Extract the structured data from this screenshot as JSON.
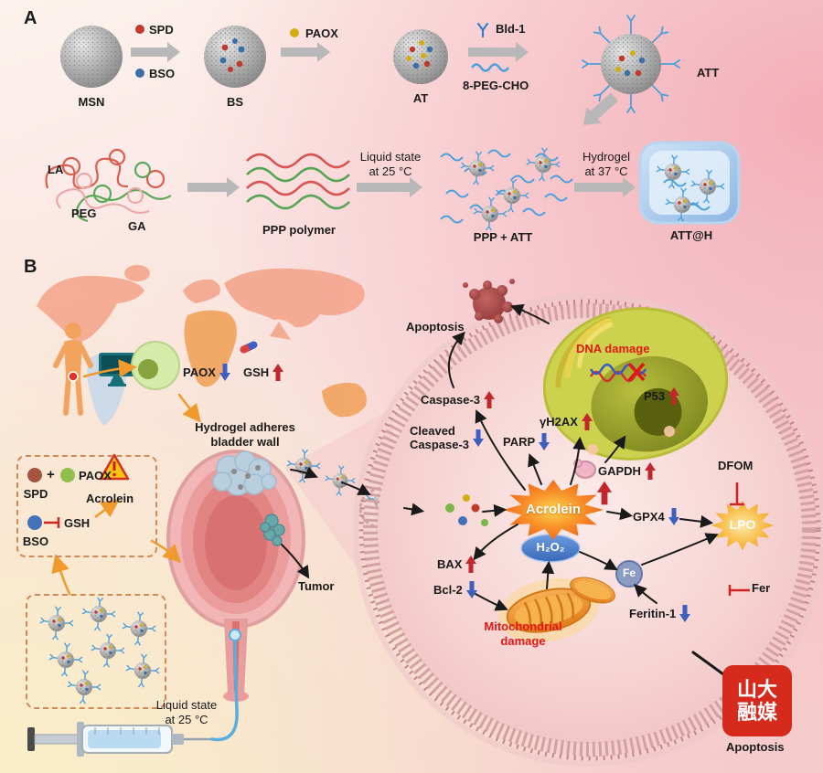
{
  "colors": {
    "red_arrow": "#c1272d",
    "blue_arrow": "#3f5fbf",
    "gray_arrow": "#b8b8b8",
    "acrolein_star": "#ef5a18",
    "lpo_star": "#efa01e",
    "h2o2_oval": "#3b67b8",
    "fe_circle": "#8a9cc2",
    "logo_red": "#d62a1c"
  },
  "panelA": {
    "label": "A",
    "msn": "MSN",
    "spd": "SPD",
    "bso": "BSO",
    "bs": "BS",
    "paox": "PAOX",
    "at": "AT",
    "bld1": "Bld-1",
    "peg_cho": "8-PEG-CHO",
    "att": "ATT",
    "la": "LA",
    "peg": "PEG",
    "ga": "GA",
    "ppp": "PPP polymer",
    "liquid": "Liquid state\nat 25 °C",
    "ppp_att": "PPP + ATT",
    "hydrogel": "Hydrogel\nat 37 °C",
    "atth": "ATT@H"
  },
  "panelB": {
    "label": "B",
    "paox": "PAOX",
    "gsh": "GSH",
    "adheres": "Hydrogel adheres\nbladder wall",
    "box1": {
      "spd": "SPD",
      "plus": "+",
      "paox": "PAOX",
      "acrolein": "Acrolein",
      "bso": "BSO",
      "gsh": "GSH"
    },
    "tumor": "Tumor",
    "liquid": "Liquid state\nat 25 °C",
    "cell": {
      "apoptosis": "Apoptosis",
      "dna_damage": "DNA damage",
      "p53": "P53",
      "gh2ax": "γH2AX",
      "gapdh": "GAPDH",
      "caspase3": "Caspase-3",
      "cleaved_caspase3": "Cleaved\nCaspase-3",
      "parp": "PARP",
      "acrolein": "Acrolein",
      "h2o2": "H₂O₂",
      "gpx4": "GPX4",
      "dfom": "DFOM",
      "lpo": "LPO",
      "fe": "Fe",
      "fer": "Fer",
      "feritin1": "Feritin-1",
      "bax": "BAX",
      "bcl2": "Bcl-2",
      "mito_damage": "Mitochondrial\ndamage"
    },
    "logo": {
      "line1": "山大",
      "line2": "融媒"
    },
    "apoptosis": "Apoptosis"
  }
}
